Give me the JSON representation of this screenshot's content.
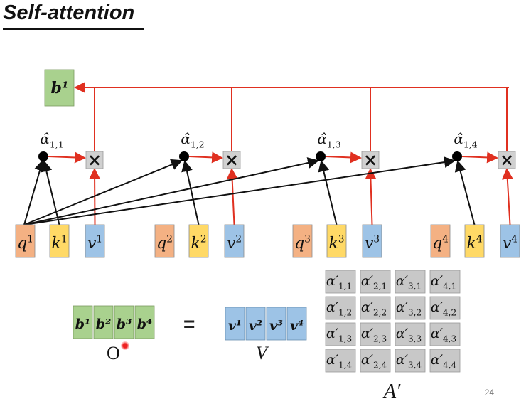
{
  "title": "Self-attention",
  "page_number": "24",
  "output_box": "b¹",
  "alpha_labels": [
    "α̂1,1",
    "α̂1,2",
    "α̂1,3",
    "α̂1,4"
  ],
  "multiply_symbol": "×",
  "groups": [
    {
      "q": "q",
      "k": "k",
      "v": "v",
      "sup": "1"
    },
    {
      "q": "q",
      "k": "k",
      "v": "v",
      "sup": "2"
    },
    {
      "q": "q",
      "k": "k",
      "v": "v",
      "sup": "3"
    },
    {
      "q": "q",
      "k": "k",
      "v": "v",
      "sup": "4"
    }
  ],
  "matrix_o": {
    "label": "O",
    "cells": [
      "b¹",
      "b²",
      "b³",
      "b⁴"
    ]
  },
  "equals": "=",
  "matrix_v": {
    "label": "V",
    "cells": [
      "v¹",
      "v²",
      "v³",
      "v⁴"
    ]
  },
  "matrix_a": {
    "label": "A′",
    "rows": [
      [
        "α′1,1",
        "α′2,1",
        "α′3,1",
        "α′4,1"
      ],
      [
        "α′1,2",
        "α′2,2",
        "α′3,2",
        "α′4,2"
      ],
      [
        "α′1,3",
        "α′2,3",
        "α′3,3",
        "α′4,3"
      ],
      [
        "α′1,4",
        "α′2,4",
        "α′3,4",
        "α′4,4"
      ]
    ]
  },
  "colors": {
    "q": "#f4b183",
    "k": "#ffd966",
    "v": "#9dc3e6",
    "b": "#a9d18e",
    "alpha_cell": "#c8c8c8",
    "red_line": "#e03020",
    "black_line": "#111111"
  }
}
